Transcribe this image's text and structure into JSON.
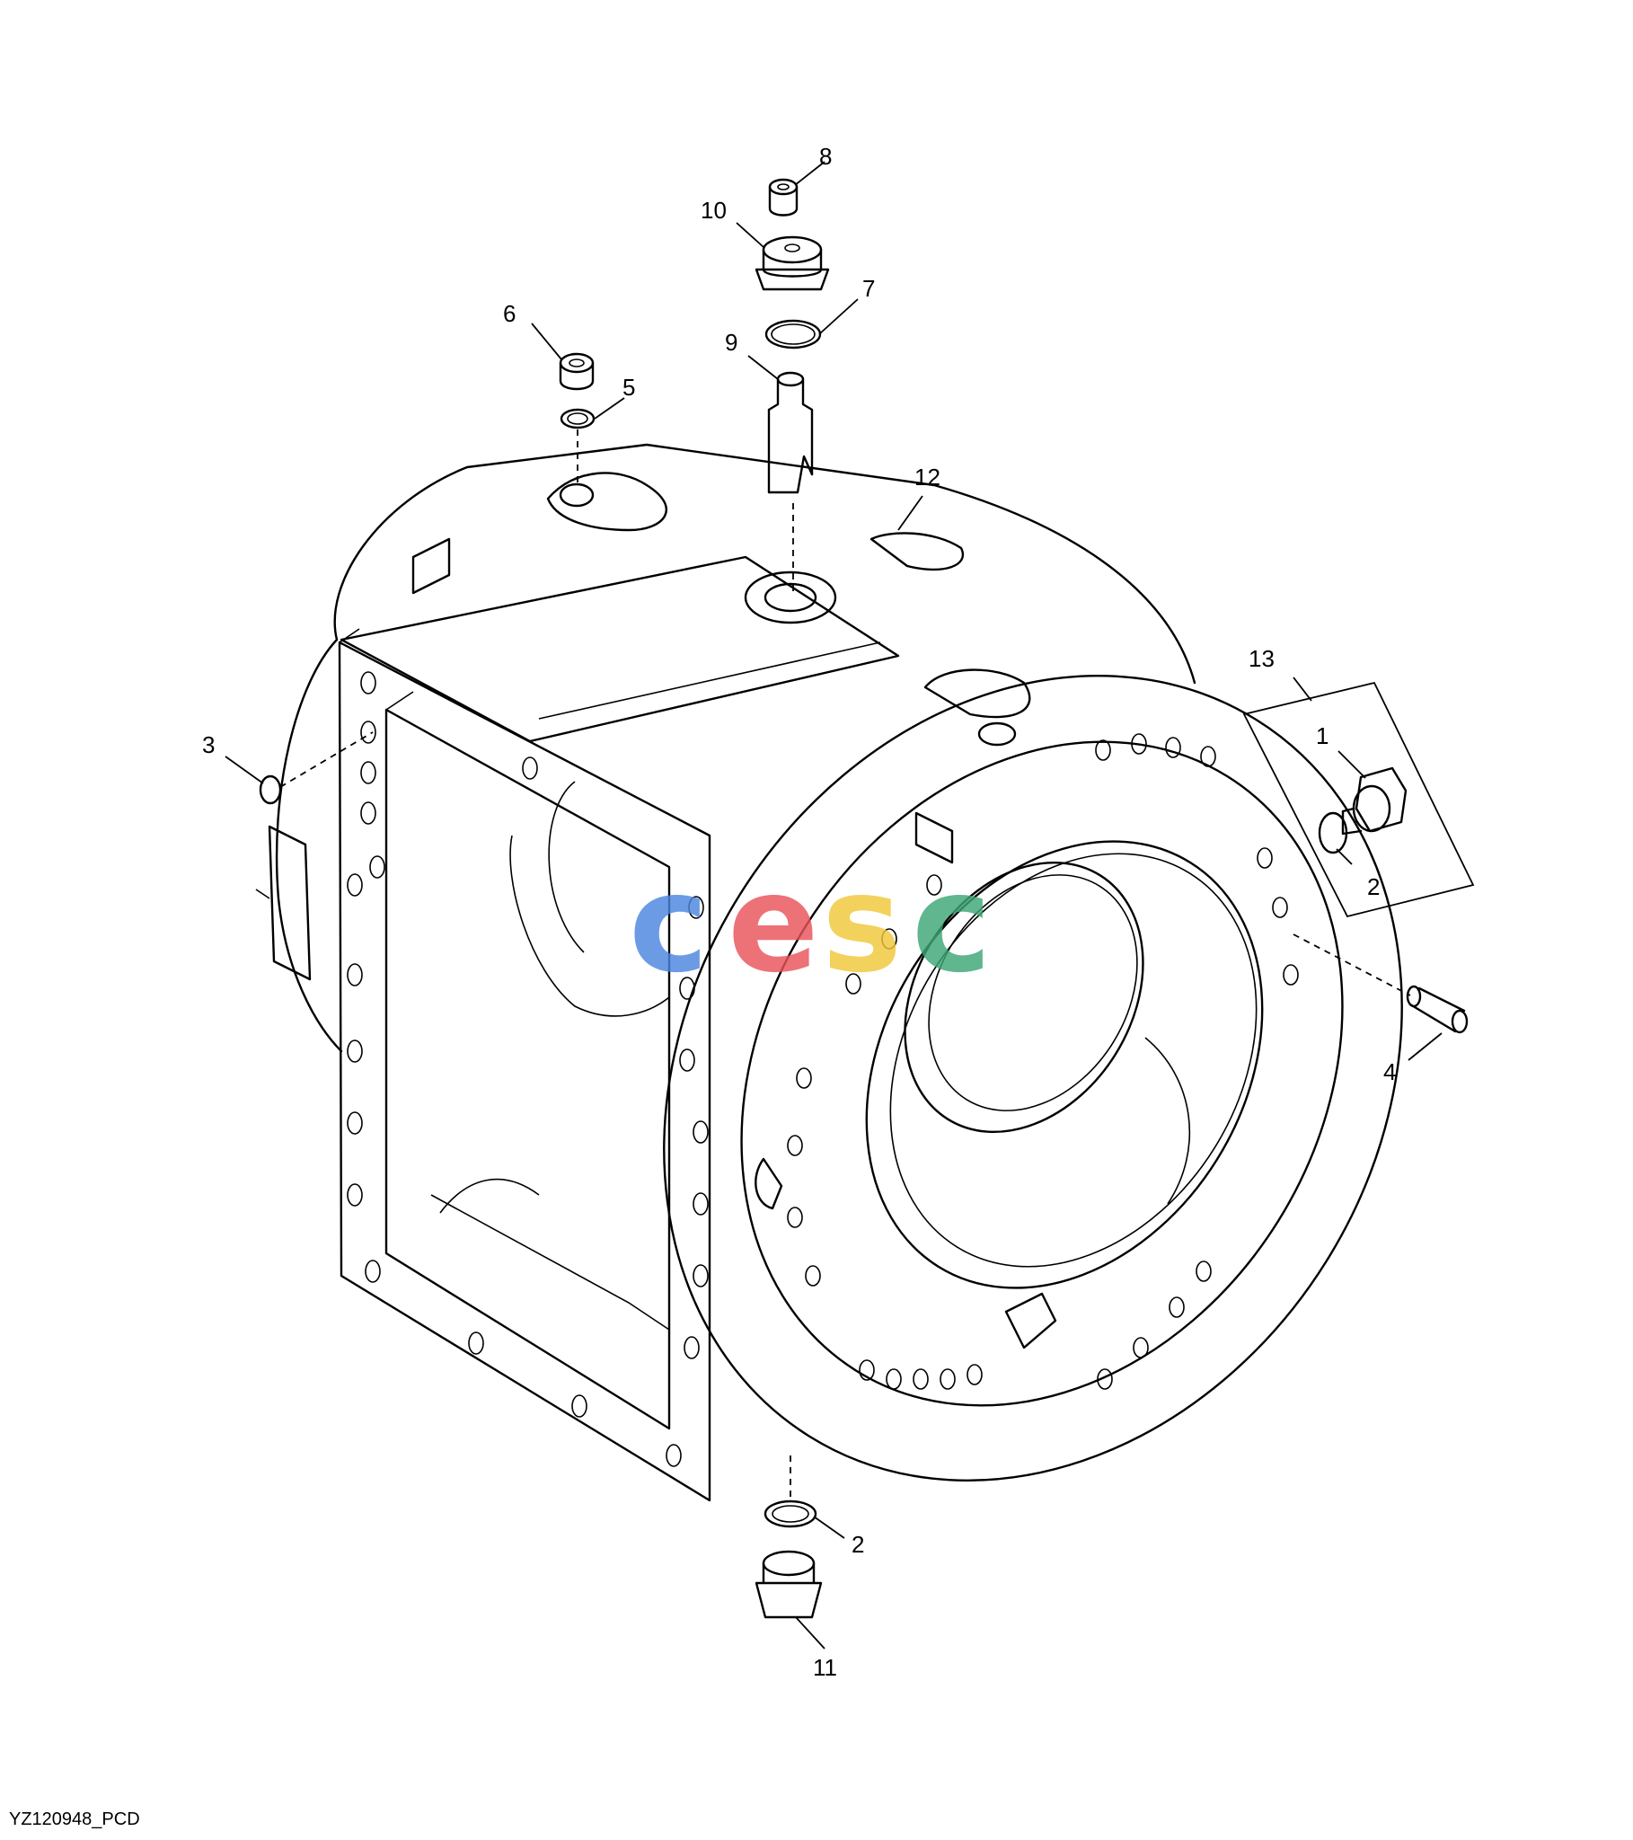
{
  "drawing_id": "YZ120948_PCD",
  "watermark": {
    "letters": [
      "c",
      "e",
      "s",
      "c"
    ],
    "colors": [
      "#4d86e0",
      "#e9545b",
      "#f0c93a",
      "#3ea776"
    ]
  },
  "callouts": {
    "c1": "1",
    "c2a": "2",
    "c2b": "2",
    "c3": "3",
    "c4": "4",
    "c5": "5",
    "c6": "6",
    "c7": "7",
    "c8": "8",
    "c9": "9",
    "c10": "10",
    "c11": "11",
    "c12": "12",
    "c13": "13"
  }
}
